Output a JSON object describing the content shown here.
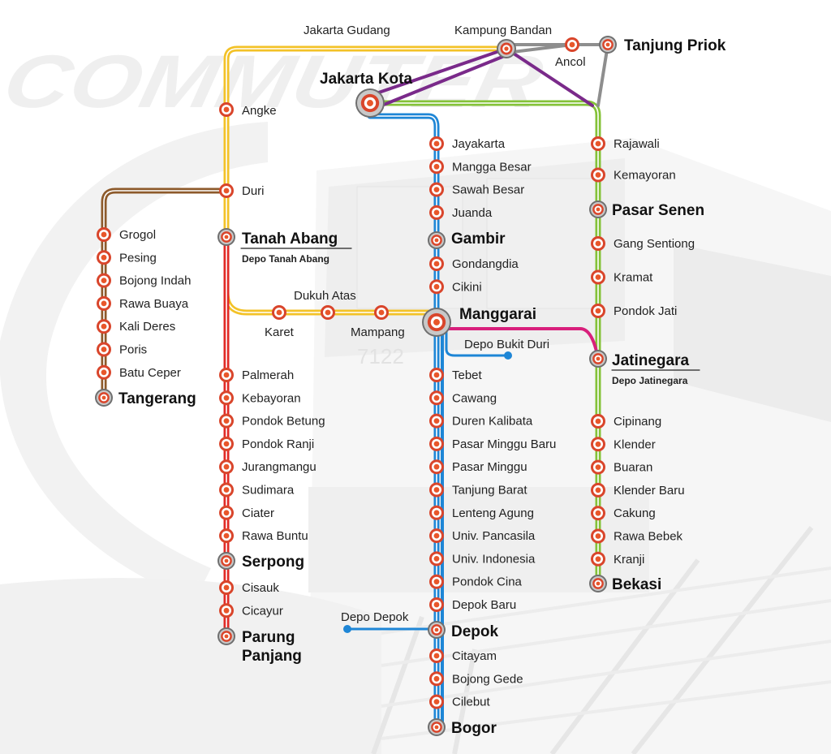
{
  "background": {
    "watermark": "COMMUTER",
    "car_number": "7122"
  },
  "colors": {
    "yellow": "#f3c227",
    "red": "#e12a26",
    "blue": "#1e86d6",
    "green": "#84c238",
    "purple": "#7a2a8a",
    "pink": "#d81f7b",
    "brown": "#8d5a2b",
    "gray": "#8e8e8e",
    "station_outer": "#d9452b",
    "station_ring": "#ffffff",
    "station_core": "#e8562a",
    "interchange_outer": "#9a9a9a",
    "label": "#222222"
  },
  "stations": {
    "jakarta_gudang": "Jakarta Gudang",
    "kampung_bandan": "Kampung Bandan",
    "ancol": "Ancol",
    "tanjung_priok": "Tanjung Priok",
    "jakarta_kota": "Jakarta Kota",
    "angke": "Angke",
    "duri": "Duri",
    "tanah_abang": "Tanah Abang",
    "depo_tanah_abang": "Depo Tanah Abang",
    "dukuh_atas": "Dukuh Atas",
    "karet": "Karet",
    "mampang": "Mampang",
    "manggarai": "Manggarai",
    "depo_bukit_duri": "Depo Bukit Duri",
    "jatinegara": "Jatinegara",
    "depo_jatinegara": "Depo Jatinegara",
    "depo_depok": "Depo Depok",
    "depok": "Depok",
    "bogor": "Bogor",
    "tangerang": "Tangerang",
    "serpong": "Serpong",
    "parung": "Parung",
    "panjang": "Panjang",
    "gambir": "Gambir",
    "pasar_senen": "Pasar Senen",
    "bekasi": "Bekasi"
  },
  "tangerang_line": [
    "Grogol",
    "Pesing",
    "Bojong Indah",
    "Rawa Buaya",
    "Kali Deres",
    "Poris",
    "Batu Ceper"
  ],
  "serpong_line": [
    "Palmerah",
    "Kebayoran",
    "Pondok Betung",
    "Pondok Ranji",
    "Jurangmangu",
    "Sudimara",
    "Ciater",
    "Rawa Buntu"
  ],
  "serpong_south": [
    "Cisauk",
    "Cicayur"
  ],
  "bogor_north": [
    "Jayakarta",
    "Mangga Besar",
    "Sawah Besar",
    "Juanda"
  ],
  "bogor_mid": [
    "Gondangdia",
    "Cikini"
  ],
  "bogor_south": [
    "Tebet",
    "Cawang",
    "Duren Kalibata",
    "Pasar Minggu Baru",
    "Pasar Minggu",
    "Tanjung Barat",
    "Lenteng Agung",
    "Univ. Pancasila",
    "Univ. Indonesia",
    "Pondok Cina",
    "Depok Baru"
  ],
  "bogor_end": [
    "Citayam",
    "Bojong Gede",
    "Cilebut"
  ],
  "bekasi_north": [
    "Rajawali",
    "Kemayoran"
  ],
  "senen_south": [
    "Gang Sentiong",
    "Kramat",
    "Pondok Jati"
  ],
  "bekasi_south": [
    "Cipinang",
    "Klender",
    "Buaran",
    "Klender Baru",
    "Cakung",
    "Rawa Bebek",
    "Kranji"
  ]
}
